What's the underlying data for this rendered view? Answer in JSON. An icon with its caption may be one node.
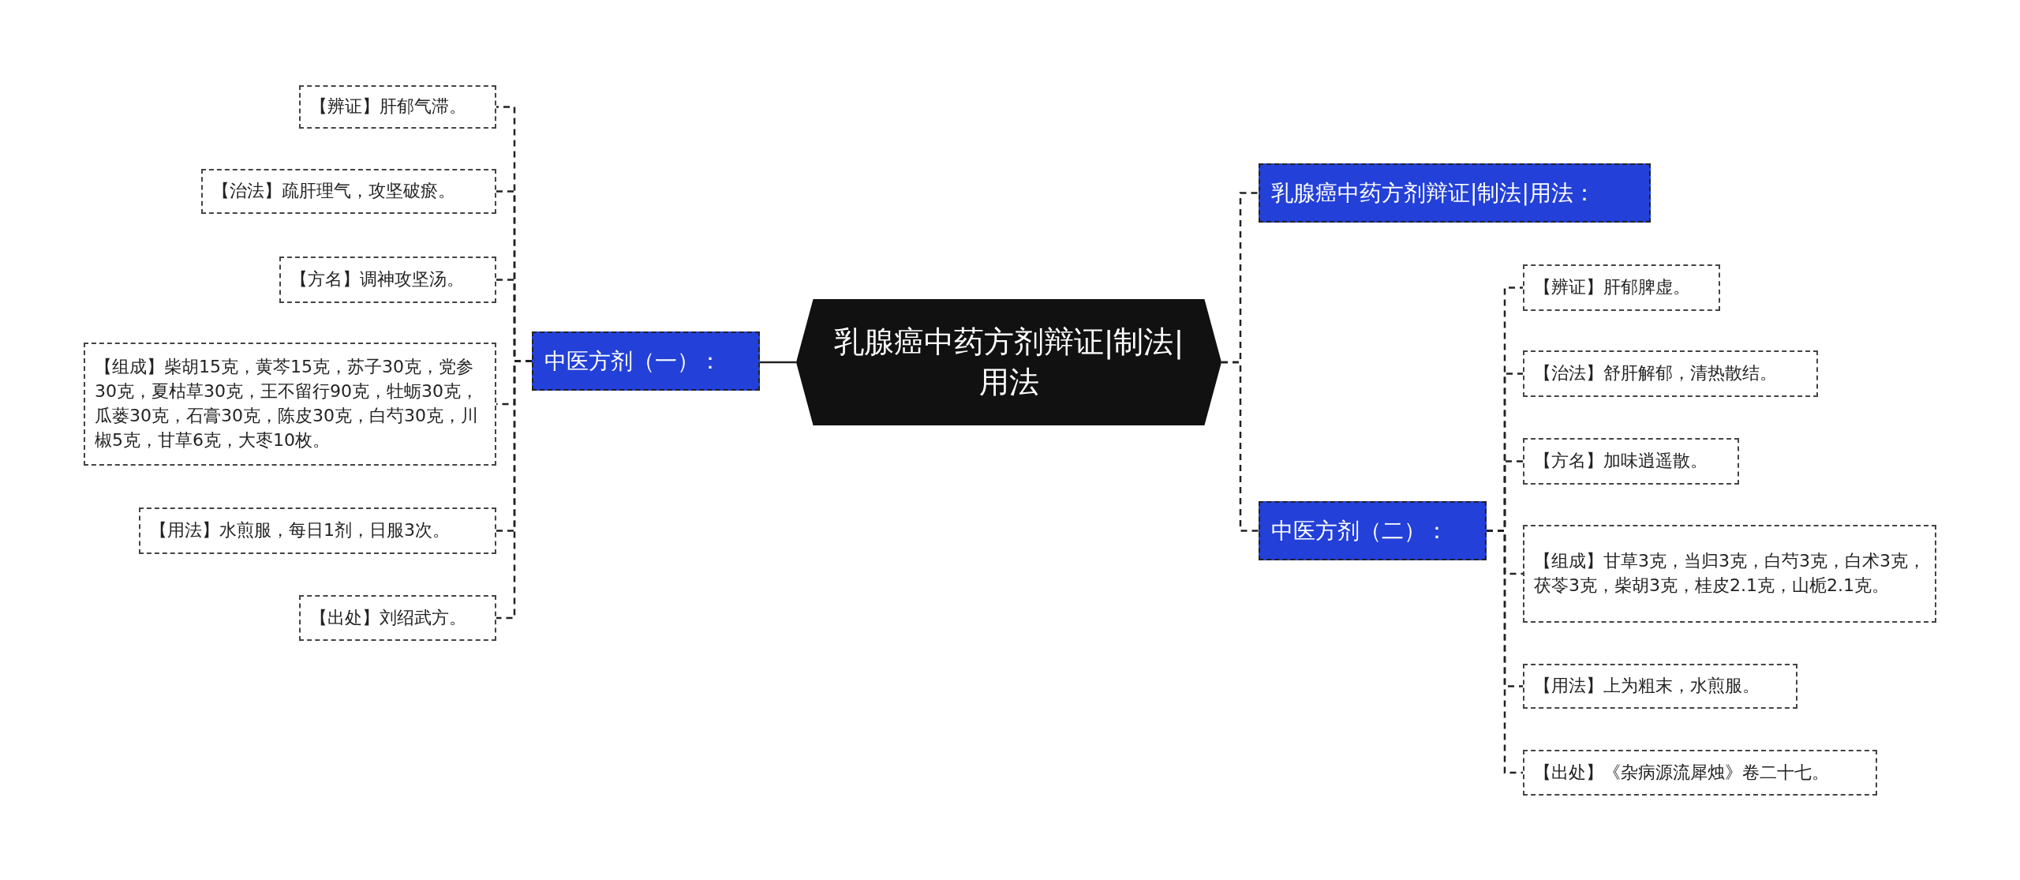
{
  "diagram": {
    "nodes": [
      {
        "text": [
          "乳腺癌中药方剂辩证|制法|用法"
        ]
      },
      {
        "text": [
          "中医方剂（一）："
        ]
      },
      {
        "text": [
          "【辨证】肝郁气滞。"
        ]
      },
      {
        "text": [
          "【治法】疏肝理气，攻坚破瘀。"
        ]
      },
      {
        "text": [
          "【方名】调神攻坚汤。"
        ]
      },
      {
        "text": [
          "【组成】柴胡15克，黄芩15克，苏子30克，党参30克，夏枯草30克，王不留行90克，牡蛎30克，瓜蒌30克，石膏30克，陈皮30克，白芍30克，川椒5克，甘草6克，大枣10枚。"
        ]
      },
      {
        "text": [
          "【用法】水煎服，每日1剂，日服3次。"
        ]
      },
      {
        "text": [
          "【出处】刘绍武方。"
        ]
      },
      {
        "text": [
          "乳腺癌中药方剂辩证|制法|用法："
        ]
      },
      {
        "text": [
          "中医方剂（二）："
        ]
      },
      {
        "text": [
          "【辨证】肝郁脾虚。"
        ]
      },
      {
        "text": [
          "【治法】舒肝解郁，清热散结。"
        ]
      },
      {
        "text": [
          "【方名】加味逍遥散。"
        ]
      },
      {
        "text": [
          "【组成】甘草3克，当归3克，白芍3克，白术3克，茯苓3克，柴胡3克，桂皮2.1克，山栀2.1克。"
        ]
      },
      {
        "text": [
          "【用法】上为粗末，水煎服。"
        ]
      },
      {
        "text": [
          "【出处】《杂病源流犀烛》卷二十七。"
        ]
      }
    ],
    "edges": [
      {
        "from": 0,
        "to": 1,
        "arrow": "none"
      },
      {
        "from": 1,
        "to": 2,
        "arrow": "none",
        "style": "dashed"
      },
      {
        "from": 1,
        "to": 3,
        "arrow": "none",
        "style": "dashed"
      },
      {
        "from": 1,
        "to": 4,
        "arrow": "none",
        "style": "dashed"
      },
      {
        "from": 1,
        "to": 5,
        "arrow": "none",
        "style": "dashed"
      },
      {
        "from": 1,
        "to": 6,
        "arrow": "none",
        "style": "dashed"
      },
      {
        "from": 1,
        "to": 7,
        "arrow": "none",
        "style": "dashed"
      },
      {
        "from": 0,
        "to": 8,
        "arrow": "none",
        "style": "dashed"
      },
      {
        "from": 0,
        "to": 9,
        "arrow": "none",
        "style": "dashed"
      },
      {
        "from": 9,
        "to": 10,
        "arrow": "none",
        "style": "dashed"
      },
      {
        "from": 9,
        "to": 11,
        "arrow": "none",
        "style": "dashed"
      },
      {
        "from": 9,
        "to": 12,
        "arrow": "none",
        "style": "dashed"
      },
      {
        "from": 9,
        "to": 13,
        "arrow": "none",
        "style": "dashed"
      },
      {
        "from": 9,
        "to": 14,
        "arrow": "none",
        "style": "dashed"
      },
      {
        "from": 9,
        "to": 15,
        "arrow": "none",
        "style": "dashed"
      }
    ]
  }
}
